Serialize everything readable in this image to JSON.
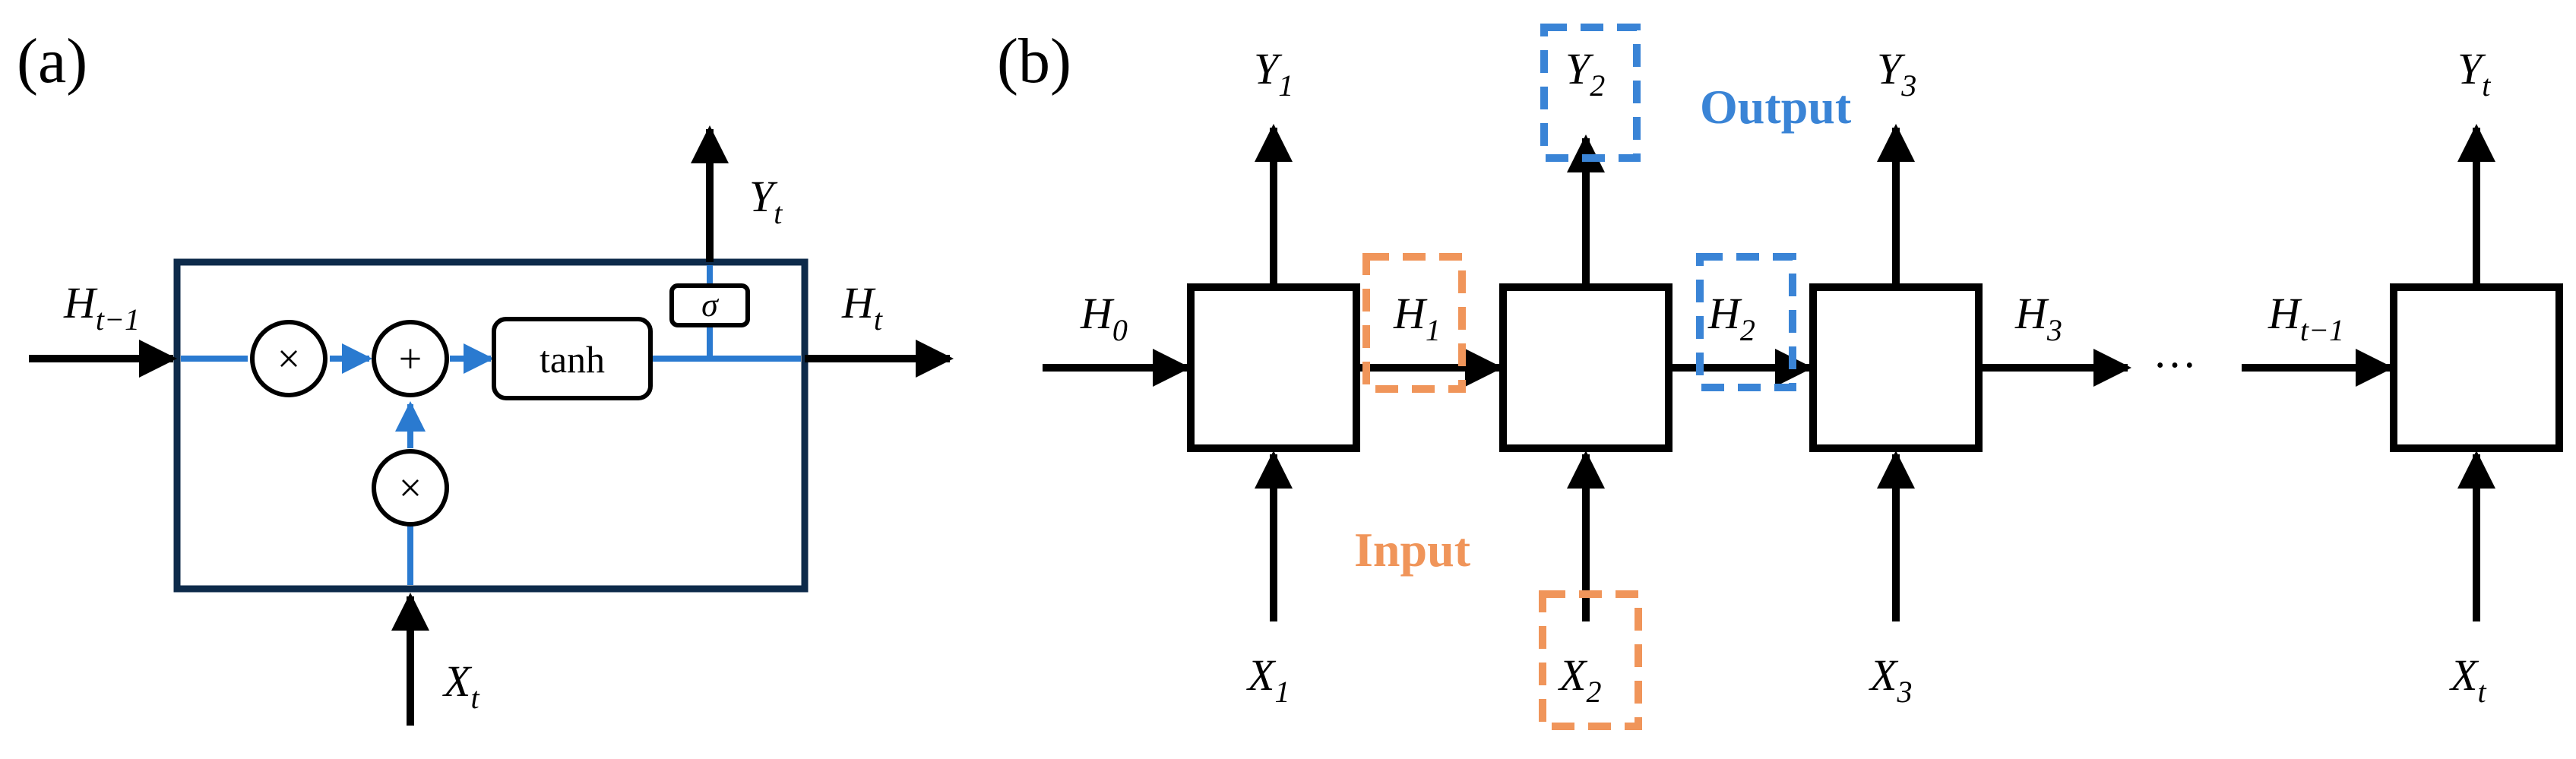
{
  "panel_a": {
    "label": "(a)",
    "inputs": {
      "h_prev": {
        "base": "H",
        "sub": "t−1"
      },
      "x": {
        "base": "X",
        "sub": "t"
      }
    },
    "outputs": {
      "h": {
        "base": "H",
        "sub": "t"
      },
      "y": {
        "base": "Y",
        "sub": "t"
      }
    },
    "ops": {
      "multiply_top": "×",
      "add": "+",
      "multiply_bottom": "×",
      "activation": "tanh",
      "sigma": "σ"
    }
  },
  "panel_b": {
    "label": "(b)",
    "outputs": [
      {
        "base": "Y",
        "sub": "1"
      },
      {
        "base": "Y",
        "sub": "2"
      },
      {
        "base": "Y",
        "sub": "3"
      },
      {
        "base": "Y",
        "sub": "t"
      }
    ],
    "inputs": [
      {
        "base": "X",
        "sub": "1"
      },
      {
        "base": "X",
        "sub": "2"
      },
      {
        "base": "X",
        "sub": "3"
      },
      {
        "base": "X",
        "sub": "t"
      }
    ],
    "hidden": [
      {
        "base": "H",
        "sub": "0"
      },
      {
        "base": "H",
        "sub": "1"
      },
      {
        "base": "H",
        "sub": "2"
      },
      {
        "base": "H",
        "sub": "3"
      },
      {
        "base": "H",
        "sub": "t−1"
      }
    ],
    "ellipsis": "···",
    "output_note": "Output",
    "input_note": "Input"
  },
  "colors": {
    "box_stroke": "#0d2a4a",
    "flow_blue": "#2a7ad0",
    "output_blue": "#3a84d6",
    "input_orange": "#f0955a",
    "black": "#000000"
  }
}
